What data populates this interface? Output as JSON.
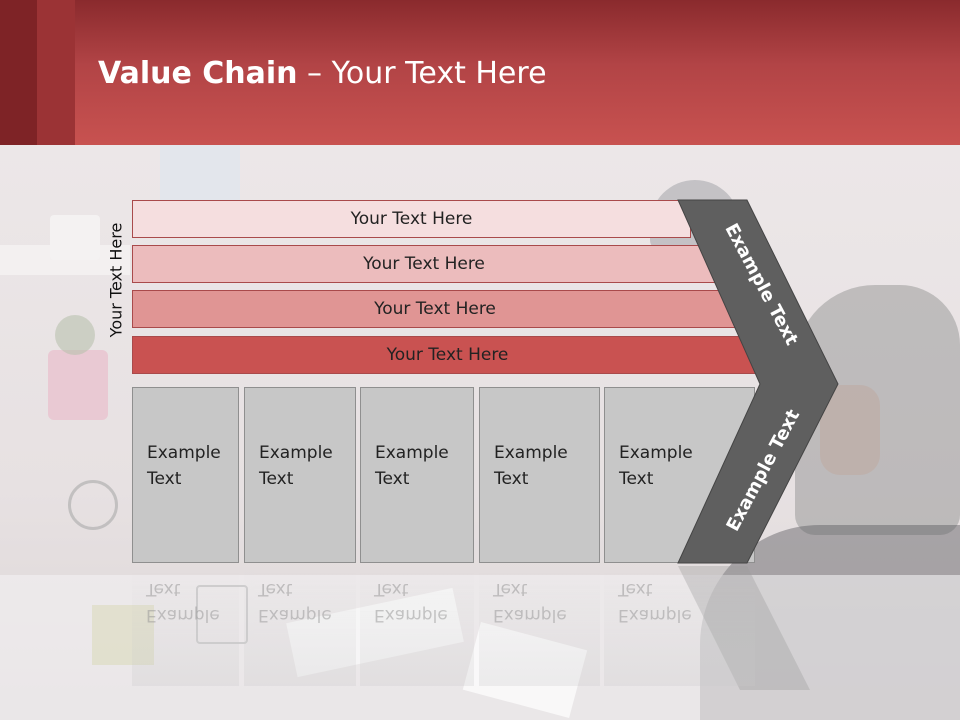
{
  "slide": {
    "title_bold": "Value Chain",
    "title_rest": " – Your Text Here",
    "side_label": "Your Text Here"
  },
  "bands": [
    {
      "label": "Your Text Here",
      "color": "#f5dedf"
    },
    {
      "label": "Your Text Here",
      "color": "#ecbcbd"
    },
    {
      "label": "Your Text Here",
      "color": "#e09594"
    },
    {
      "label": "Your Text Here",
      "color": "#c95251"
    }
  ],
  "boxes": [
    {
      "line1": "Example",
      "line2": "Text"
    },
    {
      "line1": "Example",
      "line2": "Text"
    },
    {
      "line1": "Example",
      "line2": "Text"
    },
    {
      "line1": "Example",
      "line2": "Text"
    },
    {
      "line1": "Example",
      "line2": "Text"
    }
  ],
  "chevron": {
    "upper_label": "Example Text",
    "lower_label": "Example Text",
    "color": "#5f5f5f"
  },
  "colors": {
    "header": "#c24b4b",
    "box_fill": "#c7c7c7"
  }
}
